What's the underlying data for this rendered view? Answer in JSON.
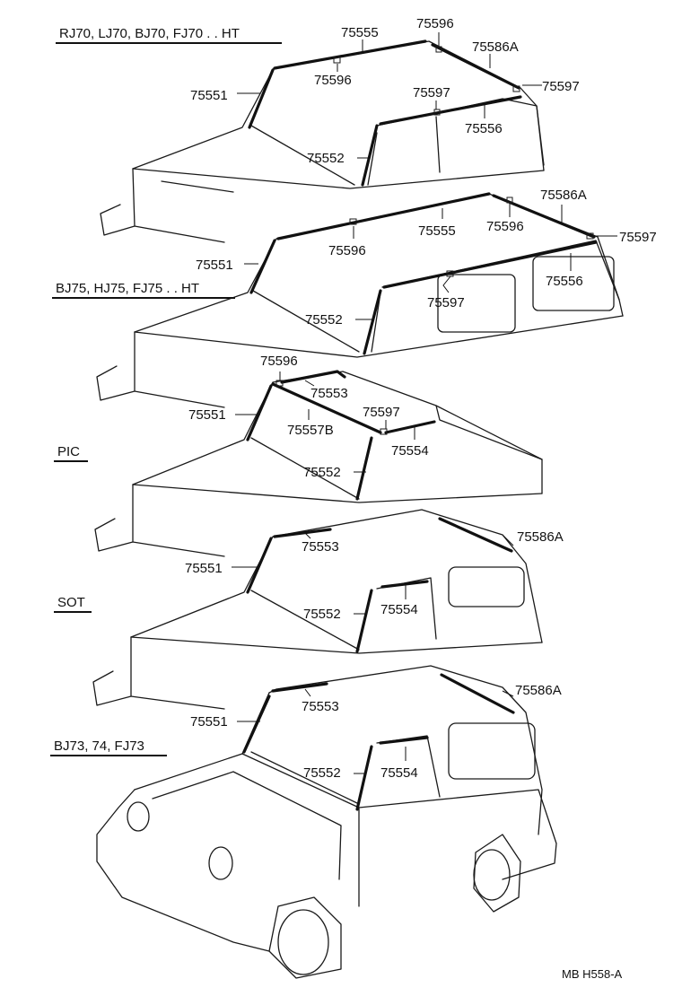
{
  "models": {
    "ht70": "RJ70, LJ70, BJ70, FJ70 . . HT",
    "ht75": "BJ75, HJ75, FJ75 . . HT",
    "pic": "PIC",
    "sot": "SOT",
    "bj73": "BJ73, 74, FJ73"
  },
  "parts": {
    "p75551": "75551",
    "p75552": "75552",
    "p75553": "75553",
    "p75554": "75554",
    "p75555": "75555",
    "p75556": "75556",
    "p75557B": "75557B",
    "p75586A": "75586A",
    "p75596": "75596",
    "p75597": "75597"
  },
  "footer": "MB  H558-A"
}
